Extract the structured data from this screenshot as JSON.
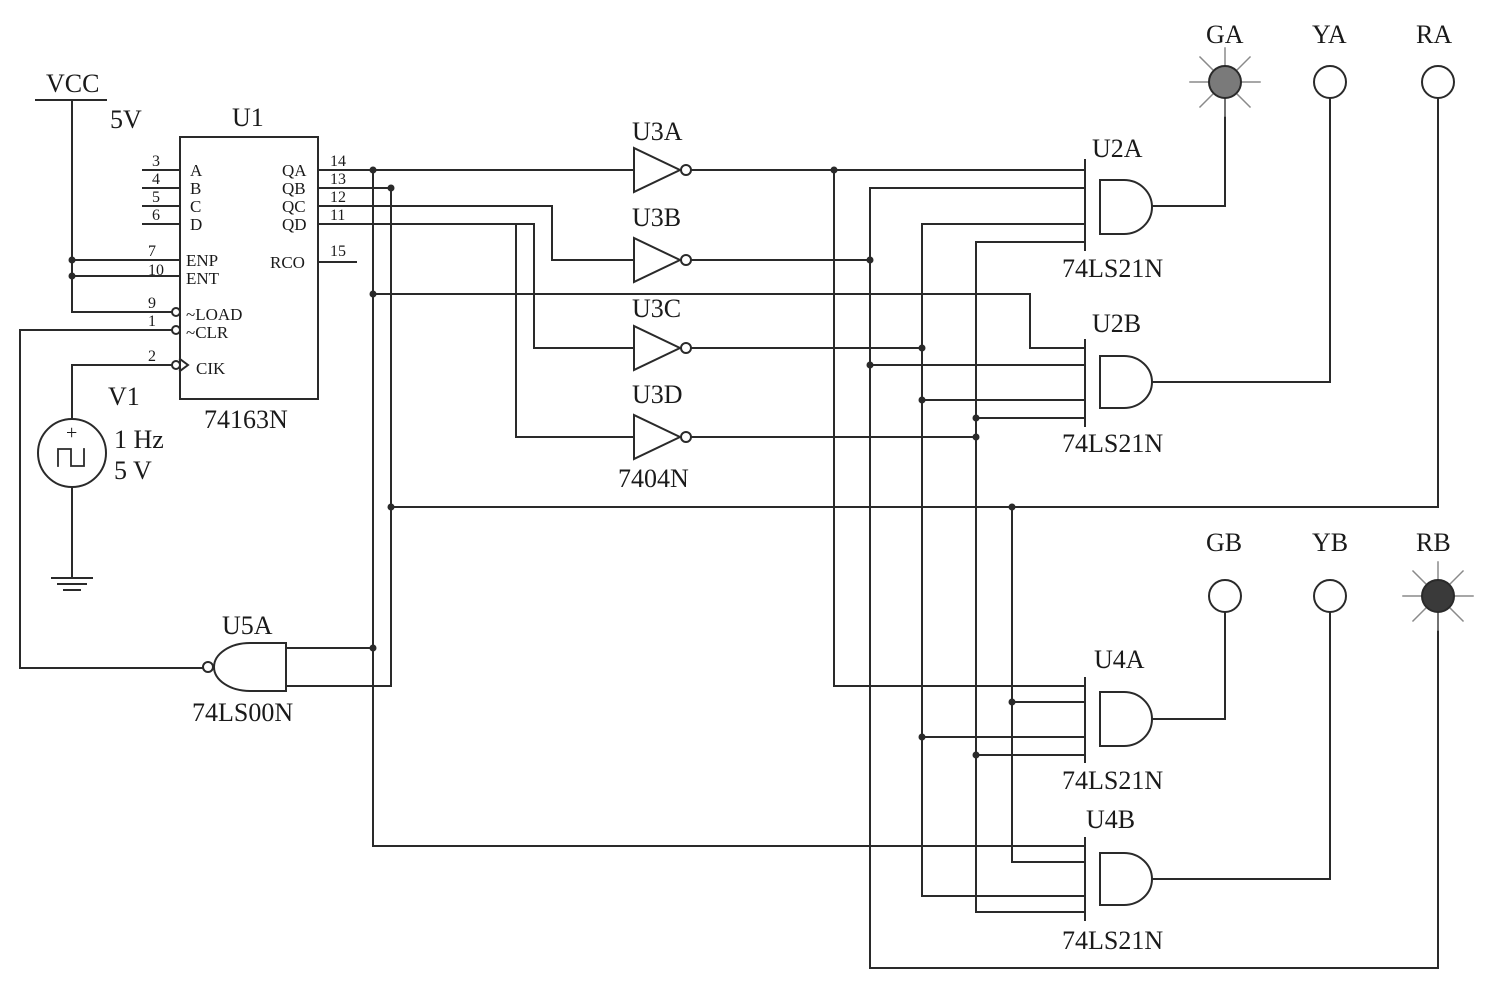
{
  "supply": {
    "label": "VCC",
    "voltage": "5V"
  },
  "counter": {
    "name": "U1",
    "part": "74163N",
    "left_pins": [
      {
        "num": "3",
        "name": "A"
      },
      {
        "num": "4",
        "name": "B"
      },
      {
        "num": "5",
        "name": "C"
      },
      {
        "num": "6",
        "name": "D"
      },
      {
        "num": "7",
        "name": "ENP"
      },
      {
        "num": "10",
        "name": "ENT"
      },
      {
        "num": "9",
        "name": "~LOAD"
      },
      {
        "num": "1",
        "name": "~CLR"
      },
      {
        "num": "2",
        "name": "CIK"
      }
    ],
    "right_pins": [
      {
        "num": "14",
        "name": "QA"
      },
      {
        "num": "13",
        "name": "QB"
      },
      {
        "num": "12",
        "name": "QC"
      },
      {
        "num": "11",
        "name": "QD"
      },
      {
        "num": "15",
        "name": "RCO"
      }
    ]
  },
  "clock": {
    "name": "V1",
    "freq": "1 Hz",
    "amp": "5 V",
    "plus": "+"
  },
  "inverters": {
    "names": [
      "U3A",
      "U3B",
      "U3C",
      "U3D"
    ],
    "part": "7404N"
  },
  "and_gates": [
    {
      "name": "U2A",
      "part": "74LS21N"
    },
    {
      "name": "U2B",
      "part": "74LS21N"
    },
    {
      "name": "U4A",
      "part": "74LS21N"
    },
    {
      "name": "U4B",
      "part": "74LS21N"
    }
  ],
  "nand": {
    "name": "U5A",
    "part": "74LS00N"
  },
  "lamps": [
    {
      "name": "GA",
      "state": "on",
      "color": "#7a7a7a"
    },
    {
      "name": "YA",
      "state": "off",
      "color": "#ffffff"
    },
    {
      "name": "RA",
      "state": "off",
      "color": "#ffffff"
    },
    {
      "name": "GB",
      "state": "off",
      "color": "#ffffff"
    },
    {
      "name": "YB",
      "state": "off",
      "color": "#ffffff"
    },
    {
      "name": "RB",
      "state": "on",
      "color": "#3a3a3a"
    }
  ]
}
